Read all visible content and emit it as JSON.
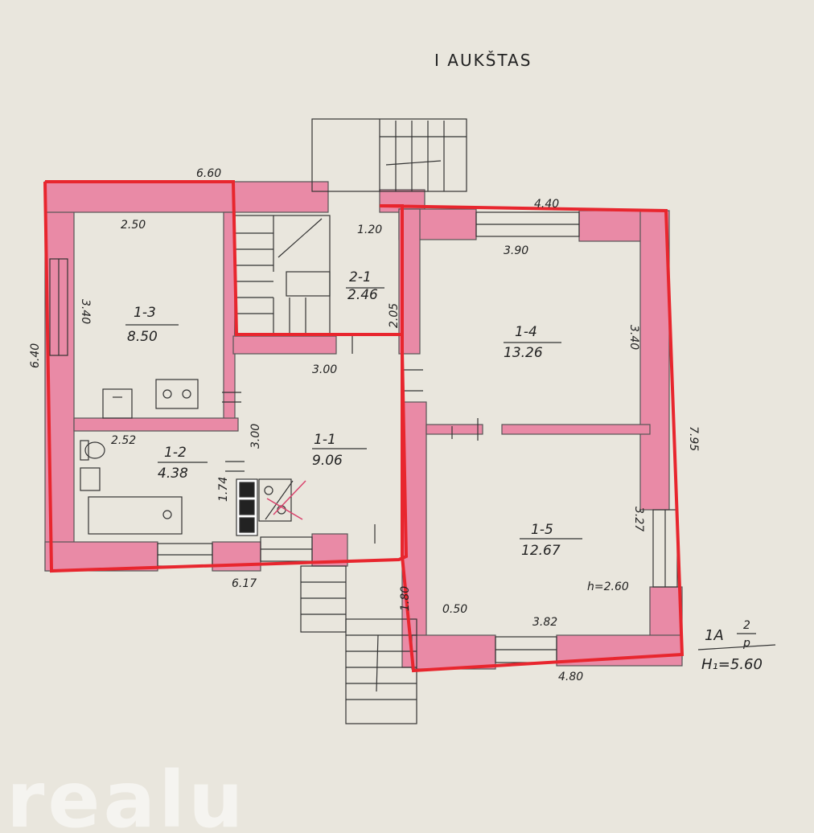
{
  "title": "I AUKŠTAS",
  "rooms": [
    {
      "id": "1-1",
      "area": "9.06"
    },
    {
      "id": "1-2",
      "area": "4.38"
    },
    {
      "id": "1-3",
      "area": "8.50"
    },
    {
      "id": "1-4",
      "area": "13.26"
    },
    {
      "id": "1-5",
      "area": "12.67"
    },
    {
      "id": "2-1",
      "area": "2.46"
    }
  ],
  "dimensions": {
    "top_left": "6.60",
    "top_right": "4.40",
    "left": "6.40",
    "right": "7.95",
    "bottom_left": "6.17",
    "bottom_right": "4.80",
    "room13_top": "2.50",
    "room13_side": "3.40",
    "stair_top": "1.20",
    "stair_side": "2.05",
    "hall_top": "3.00",
    "hall_side": "3.00",
    "bath_top": "2.52",
    "bath_side": "1.74",
    "room14_top": "3.90",
    "room14_side": "3.40",
    "room15_side": "3.27",
    "room15_bottom": "3.82",
    "room15_corner": "0.50",
    "room15_height": "h=2.60",
    "porch_side": "1.80"
  },
  "building_code": "1A",
  "building_code_super": "2",
  "building_code_sub": "p",
  "height_label": "H₁=5.60",
  "watermark": "realu",
  "colors": {
    "paper": "#e9e6dd",
    "walls": "#e98aa6",
    "outline": "#e8262e",
    "ink": "#222222"
  }
}
